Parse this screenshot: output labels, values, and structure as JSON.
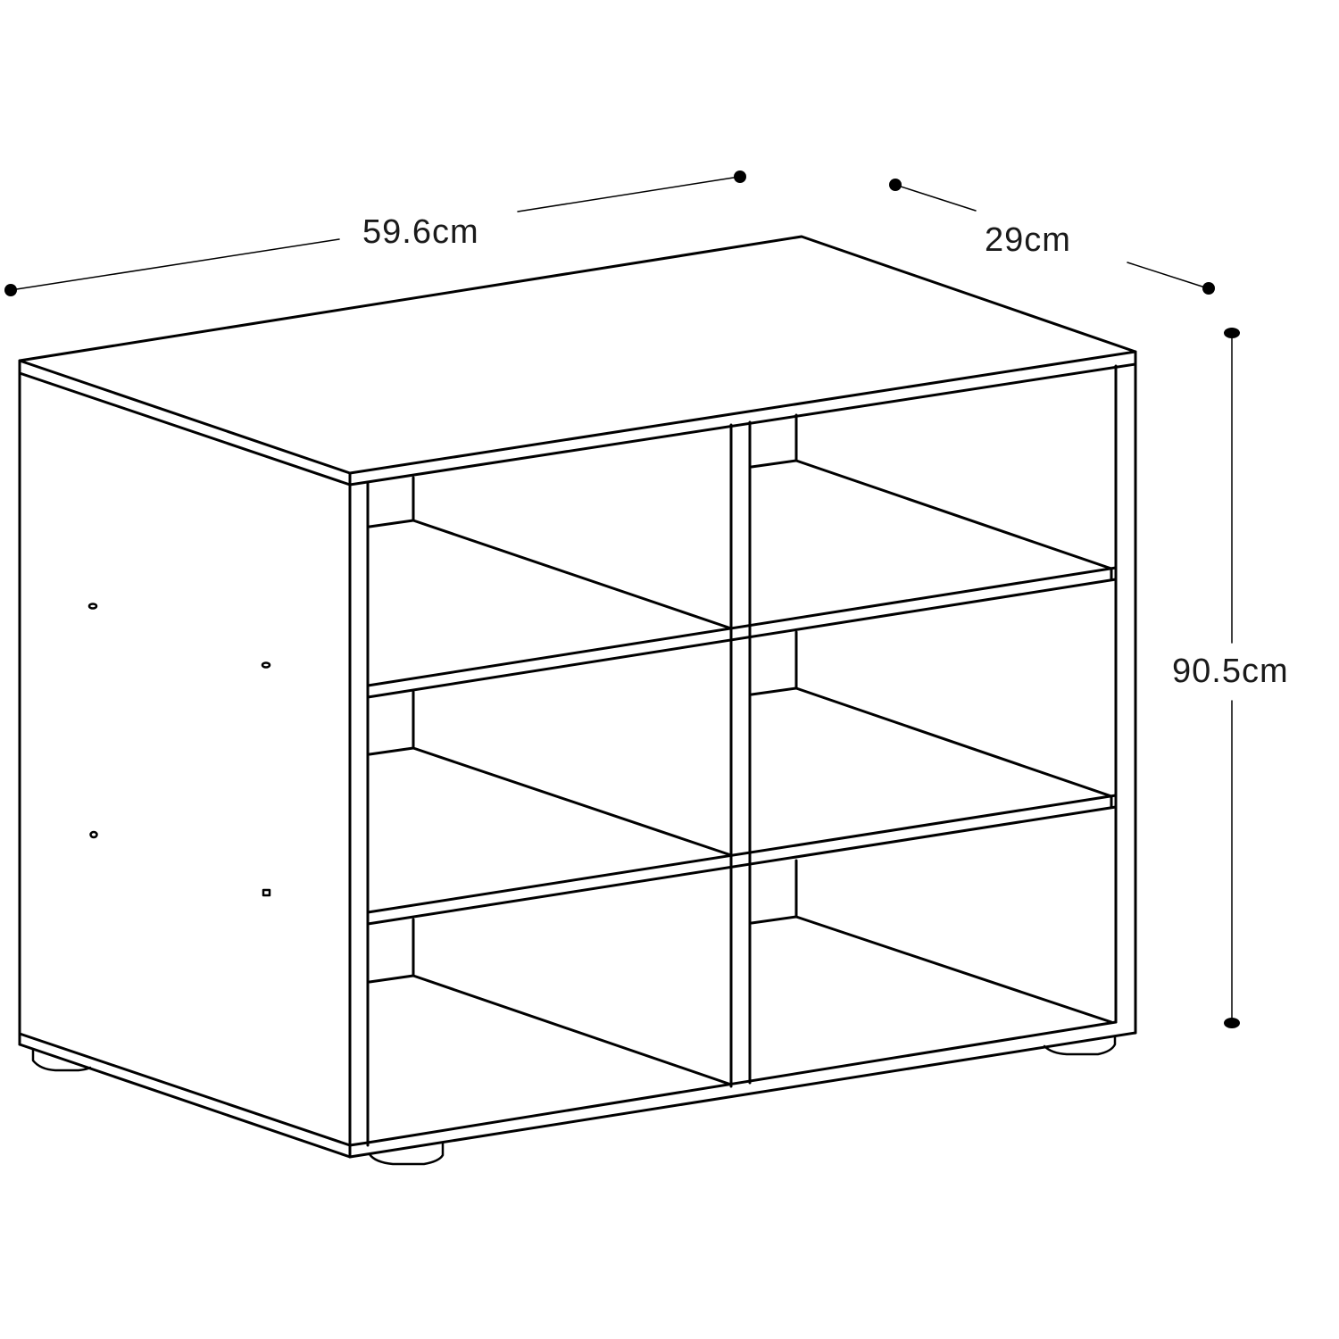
{
  "diagram": {
    "subject": "open shelving cabinet, 2 columns x 3 rows",
    "line_color": "#000000",
    "background": "#ffffff"
  },
  "dimensions": {
    "width": {
      "label": "59.6cm"
    },
    "depth": {
      "label": "29cm"
    },
    "height": {
      "label": "90.5cm"
    }
  },
  "cabinet": {
    "columns": 2,
    "rows": 3,
    "compartments": 6,
    "feet": 4
  }
}
